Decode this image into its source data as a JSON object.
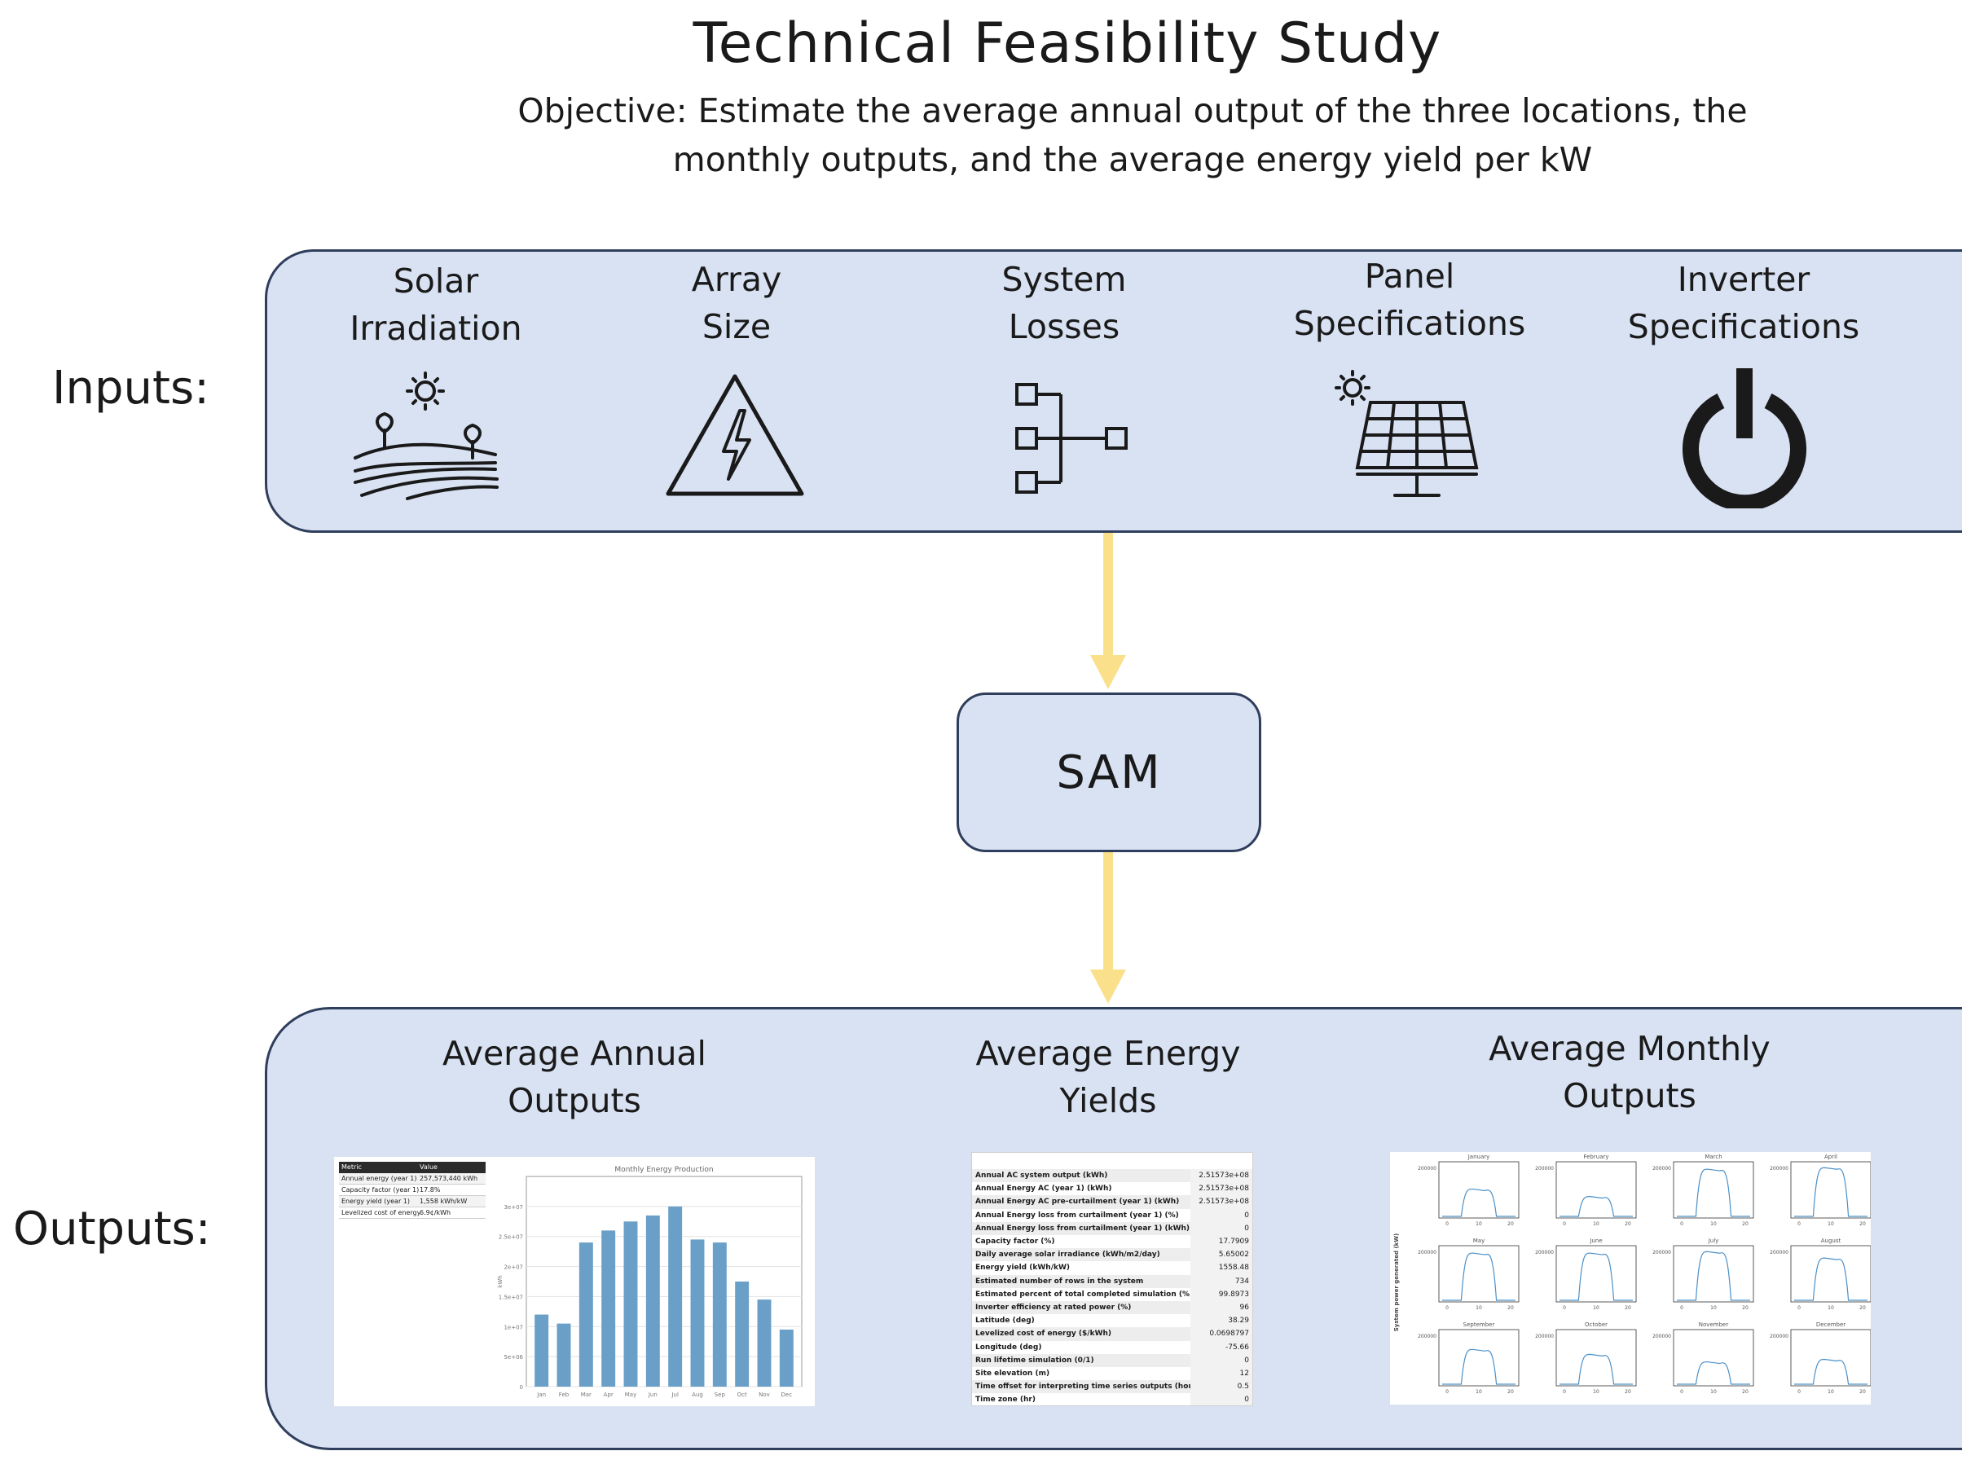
{
  "title": "Technical Feasibility  Study",
  "objective": {
    "line1": "Objective: Estimate the average annual output of the three locations, the",
    "line2": "monthly outputs, and the average energy yield per kW"
  },
  "inputs_label": "Inputs:",
  "outputs_label": "Outputs:",
  "inputs": [
    {
      "line1": "Solar",
      "line2": "Irradiation",
      "icon": "farmland-sun-icon"
    },
    {
      "line1": "Array",
      "line2": "Size",
      "icon": "high-voltage-warning-icon"
    },
    {
      "line1": "System",
      "line2": "Losses",
      "icon": "hierarchy-tree-icon"
    },
    {
      "line1": "Panel",
      "line2": "Specifications",
      "icon": "solar-panel-icon"
    },
    {
      "line1": "Inverter",
      "line2": "Specifications",
      "icon": "power-icon"
    }
  ],
  "process": {
    "label": "SAM"
  },
  "outputs": [
    {
      "line1": "Average Annual",
      "line2": "Outputs"
    },
    {
      "line1": "Average Energy",
      "line2": "Yields"
    },
    {
      "line1": "Average Monthly",
      "line2": "Outputs"
    }
  ],
  "colors": {
    "panel_fill": "#d9e2f3",
    "panel_border": "#2f3e5c",
    "arrow": "#fbe08b",
    "bar": "#6a9fc7",
    "line": "#4a90c8"
  },
  "annual_table": {
    "headers": [
      "Metric",
      "Value"
    ],
    "rows": [
      [
        "Annual energy (year 1)",
        "257,573,440 kWh"
      ],
      [
        "Capacity factor (year 1)",
        "17.8%"
      ],
      [
        "Energy yield (year 1)",
        "1,558 kWh/kW"
      ],
      [
        "Levelized cost of energy",
        "6.9¢/kWh"
      ]
    ]
  },
  "chart_data": {
    "type": "bar",
    "title": "Monthly Energy Production",
    "ylabel": "kWh",
    "categories": [
      "Jan",
      "Feb",
      "Mar",
      "Apr",
      "May",
      "Jun",
      "Jul",
      "Aug",
      "Sep",
      "Oct",
      "Nov",
      "Dec"
    ],
    "values": [
      12000000,
      10500000,
      24000000,
      26000000,
      27500000,
      28500000,
      30000000,
      24500000,
      24000000,
      17500000,
      14500000,
      9500000
    ],
    "ylim": [
      0,
      35000000
    ],
    "yticks": [
      "0",
      "5e+06",
      "1e+07",
      "1.5e+07",
      "2e+07",
      "2.5e+07",
      "3e+07"
    ],
    "grid": true
  },
  "yield_table": [
    [
      "Annual AC system output (kWh)",
      "2.51573e+08"
    ],
    [
      "Annual Energy AC (year 1) (kWh)",
      "2.51573e+08"
    ],
    [
      "Annual Energy AC pre-curtailment (year 1) (kWh)",
      "2.51573e+08"
    ],
    [
      "Annual Energy loss from curtailment (year 1) (%)",
      "0"
    ],
    [
      "Annual Energy loss from curtailment (year 1) (kWh)",
      "0"
    ],
    [
      "Capacity factor (%)",
      "17.7909"
    ],
    [
      "Daily average solar irradiance (kWh/m2/day)",
      "5.65002"
    ],
    [
      "Energy yield (kWh/kW)",
      "1558.48"
    ],
    [
      "Estimated number of rows in the system",
      "734"
    ],
    [
      "Estimated percent of total completed simulation (%)",
      "99.8973"
    ],
    [
      "Inverter efficiency at rated power (%)",
      "96"
    ],
    [
      "Latitude (deg)",
      "38.29"
    ],
    [
      "Levelized cost of energy ($/kWh)",
      "0.0698797"
    ],
    [
      "Longitude (deg)",
      "-75.66"
    ],
    [
      "Run lifetime simulation (0/1)",
      "0"
    ],
    [
      "Site elevation (m)",
      "12"
    ],
    [
      "Time offset for interpreting time series outputs (hours)",
      "0.5"
    ],
    [
      "Time zone (hr)",
      "0"
    ]
  ],
  "monthly_grid": {
    "months": [
      "January",
      "February",
      "March",
      "April",
      "May",
      "June",
      "July",
      "August",
      "September",
      "October",
      "November",
      "December"
    ],
    "ylabel": "System power generated (kW)",
    "ytick": "200000",
    "xticks": [
      "0",
      "10",
      "20"
    ],
    "peaks": [
      0.55,
      0.4,
      0.95,
      0.98,
      0.95,
      0.95,
      0.98,
      0.85,
      0.7,
      0.6,
      0.45,
      0.5
    ]
  }
}
